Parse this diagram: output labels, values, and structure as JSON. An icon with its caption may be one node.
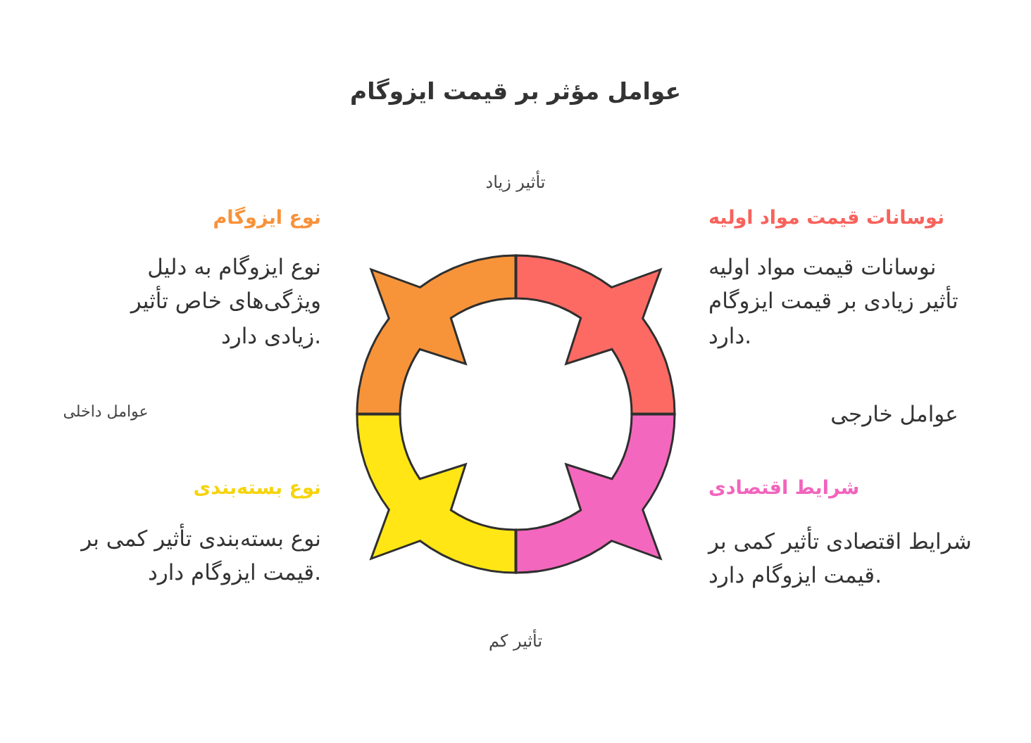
{
  "diagram": {
    "title": "عوامل مؤثر بر قیمت ایزوگام",
    "nodes": [
      {
        "text": [],
        "shape": "arc",
        "beside": [
          "نوسانات قیمت مواد اولیه",
          "نوسانات قیمت مواد اولیه تأثیر زیادی بر قیمت ایزوگام دارد."
        ]
      },
      {
        "text": [],
        "shape": "arc",
        "beside": [
          "نوع ایزوگام",
          "نوع ایزوگام به دلیل ویژگی‌های خاص تأثیر زیادی دارد."
        ]
      },
      {
        "text": [],
        "shape": "arc",
        "beside": [
          "شرایط اقتصادی",
          "شرایط اقتصادی تأثیر کمی بر قیمت ایزوگام دارد."
        ]
      },
      {
        "text": [],
        "shape": "arc",
        "beside": [
          "نوع بسته‌بندی",
          "نوع بسته‌بندی تأثیر کمی بر قیمت ایزوگام دارد."
        ]
      }
    ],
    "labels": [
      "تأثیر زیاد",
      "عوامل خارجی",
      "عوامل داخلی",
      "تأثیر کم"
    ]
  }
}
